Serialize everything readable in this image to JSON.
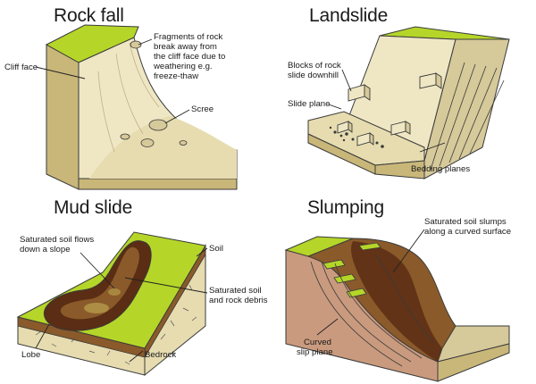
{
  "panels": {
    "rockfall": {
      "title": "Rock fall",
      "labels": {
        "cliff_face": "Cliff face",
        "fragments_1": "Fragments of rock",
        "fragments_2": "break away from",
        "fragments_3": "the cliff face due to",
        "fragments_4": "weathering e.g.",
        "fragments_5": "freeze-thaw",
        "scree": "Scree"
      }
    },
    "landslide": {
      "title": "Landslide",
      "labels": {
        "blocks_1": "Blocks of rock",
        "blocks_2": "slide downhill",
        "slide_plane": "Slide plane",
        "bedding_planes": "Bedding planes"
      }
    },
    "mudslide": {
      "title": "Mud slide",
      "labels": {
        "flows_1": "Saturated soil flows",
        "flows_2": "down a slope",
        "soil": "Soil",
        "debris_1": "Saturated soil",
        "debris_2": "and rock debris",
        "lobe": "Lobe",
        "bedrock": "Bedrock"
      }
    },
    "slumping": {
      "title": "Slumping",
      "labels": {
        "slumps_1": "Saturated soil slumps",
        "slumps_2": "along a curved surface",
        "curved_1": "Curved",
        "curved_2": "slip plane"
      }
    }
  },
  "colors": {
    "grass": "#b5d629",
    "grass_dark": "#8fb11c",
    "rock_light": "#efe7c4",
    "rock_mid": "#d6c99a",
    "rock_side": "#c9b77a",
    "mud_dark": "#5a2d14",
    "mud_mid": "#8a5a2a",
    "slump_side": "#c99a7e",
    "outline": "#3a3a3a"
  }
}
